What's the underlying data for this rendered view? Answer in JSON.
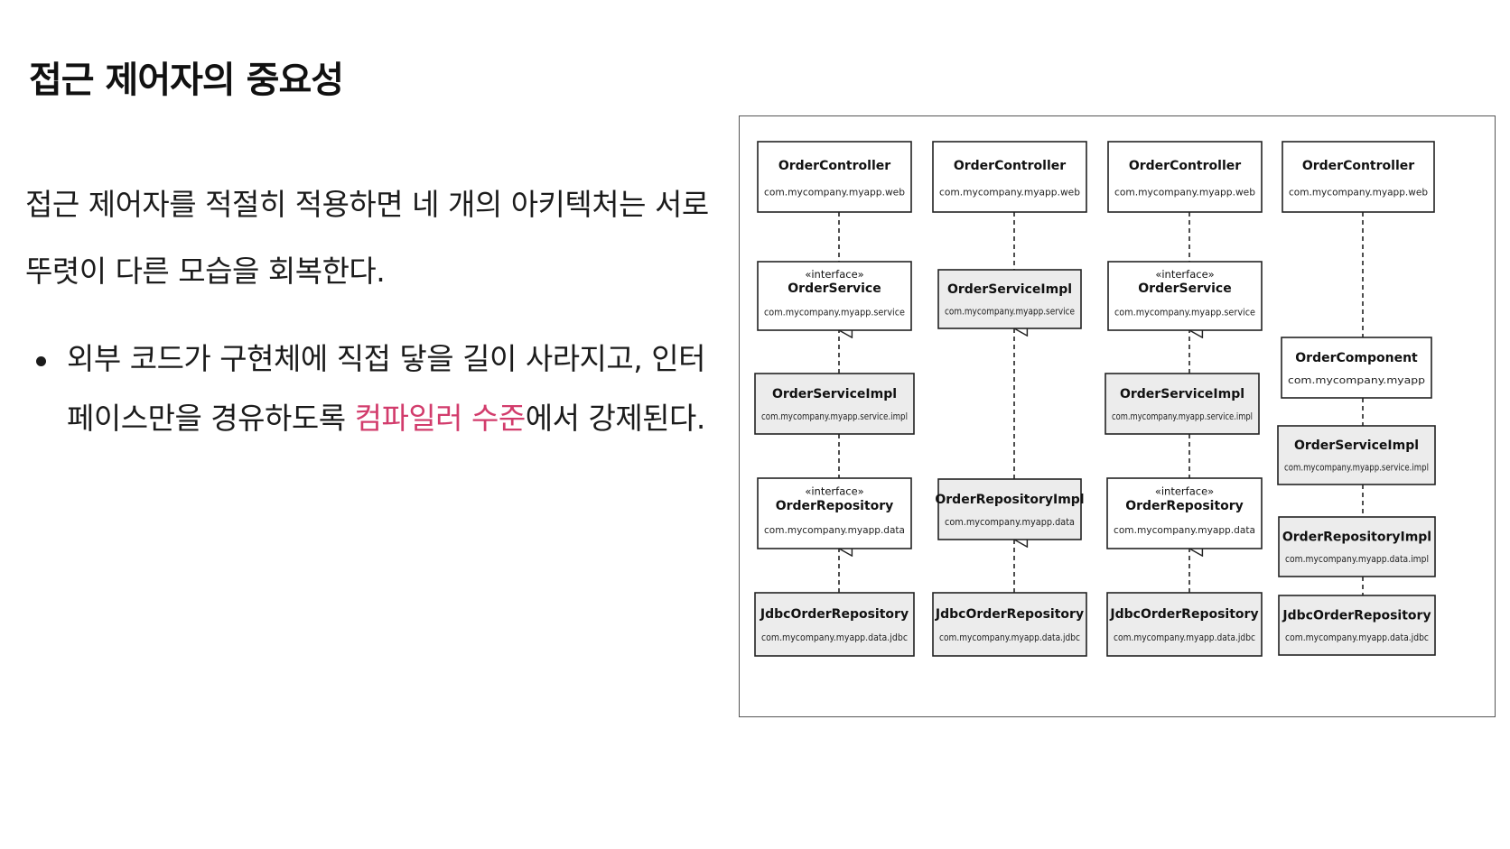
{
  "slide": {
    "title": "접근 제어자의 중요성",
    "intro_line1": "접근 제어자를 적절히 적용하면 네 개의 아키텍처는 서로",
    "intro_line2": "뚜렷이 다른 모습을 회복한다.",
    "bullet": {
      "line1": "외부 코드가 구현체에 직접 닿을 길이 사라지고, 인터",
      "line2_before": "페이스만을 경유하도록 ",
      "line2_highlight": "컴파일러 수준",
      "line2_after": "에서 강제된다."
    }
  },
  "colors": {
    "highlight": "#d23c6c",
    "impl_box_fill": "#ececec",
    "interface_box_fill": "#ffffff"
  },
  "diagram": {
    "columns": [
      {
        "boxes": [
          {
            "stereotype": "",
            "name": "OrderController",
            "package": "com.mycompany.myapp.web",
            "kind": "class"
          },
          {
            "stereotype": "«interface»",
            "name": "OrderService",
            "package": "com.mycompany.myapp.service",
            "kind": "interface"
          },
          {
            "stereotype": "",
            "name": "OrderServiceImpl",
            "package": "com.mycompany.myapp.service.impl",
            "kind": "impl"
          },
          {
            "stereotype": "«interface»",
            "name": "OrderRepository",
            "package": "com.mycompany.myapp.data",
            "kind": "interface"
          },
          {
            "stereotype": "",
            "name": "JdbcOrderRepository",
            "package": "com.mycompany.myapp.data.jdbc",
            "kind": "impl"
          }
        ]
      },
      {
        "boxes": [
          {
            "stereotype": "",
            "name": "OrderController",
            "package": "com.mycompany.myapp.web",
            "kind": "class"
          },
          {
            "stereotype": "",
            "name": "OrderServiceImpl",
            "package": "com.mycompany.myapp.service",
            "kind": "impl"
          },
          {
            "stereotype": "",
            "name": "OrderRepositoryImpl",
            "package": "com.mycompany.myapp.data",
            "kind": "impl"
          },
          {
            "stereotype": "",
            "name": "JdbcOrderRepository",
            "package": "com.mycompany.myapp.data.jdbc",
            "kind": "impl"
          }
        ]
      },
      {
        "boxes": [
          {
            "stereotype": "",
            "name": "OrderController",
            "package": "com.mycompany.myapp.web",
            "kind": "class"
          },
          {
            "stereotype": "«interface»",
            "name": "OrderService",
            "package": "com.mycompany.myapp.service",
            "kind": "interface"
          },
          {
            "stereotype": "",
            "name": "OrderServiceImpl",
            "package": "com.mycompany.myapp.service.impl",
            "kind": "impl"
          },
          {
            "stereotype": "«interface»",
            "name": "OrderRepository",
            "package": "com.mycompany.myapp.data",
            "kind": "interface"
          },
          {
            "stereotype": "",
            "name": "JdbcOrderRepository",
            "package": "com.mycompany.myapp.data.jdbc",
            "kind": "impl"
          }
        ]
      },
      {
        "boxes": [
          {
            "stereotype": "",
            "name": "OrderController",
            "package": "com.mycompany.myapp.web",
            "kind": "class"
          },
          {
            "stereotype": "",
            "name": "OrderComponent",
            "package": "com.mycompany.myapp",
            "kind": "class"
          },
          {
            "stereotype": "",
            "name": "OrderServiceImpl",
            "package": "com.mycompany.myapp.service.impl",
            "kind": "impl"
          },
          {
            "stereotype": "",
            "name": "OrderRepositoryImpl",
            "package": "com.mycompany.myapp.data.impl",
            "kind": "impl"
          },
          {
            "stereotype": "",
            "name": "JdbcOrderRepository",
            "package": "com.mycompany.myapp.data.jdbc",
            "kind": "impl"
          }
        ]
      }
    ]
  }
}
